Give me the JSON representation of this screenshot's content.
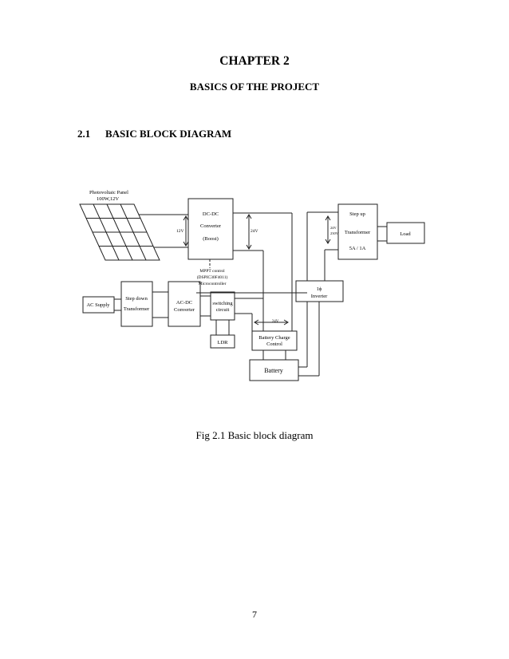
{
  "page": {
    "chapter": "CHAPTER 2",
    "chapter_title": "BASICS OF THE PROJECT",
    "section_number": "2.1",
    "section_title": "BASIC BLOCK DIAGRAM",
    "caption": "Fig 2.1 Basic block diagram",
    "page_number": "7"
  },
  "diagram": {
    "pv_panel_line1": "Photovoltaic Panel",
    "pv_panel_line2": "100W,12V",
    "dcdc_line1": "DC-DC",
    "dcdc_line2": "Converter",
    "dcdc_line3": "(Boost)",
    "label_12v": "12V",
    "label_24v_a": "24V",
    "mppt_line1": "MPPT control",
    "mppt_line2": "(DSPIC30F4011)",
    "mppt_line3": "Microcontroller",
    "ac_supply": "AC Supply",
    "stepdown_line1": "Step down",
    "stepdown_line2": "Transformer",
    "acdc_line1": "AC-DC",
    "acdc_line2": "Converter",
    "switching_line1": "switching",
    "switching_line2": "circuit",
    "ldr": "LDR",
    "label_24v_b": "24V",
    "bcc_line1": "Battery Charge",
    "bcc_line2": "Control",
    "battery": "Battery",
    "inverter_line1": "1ϕ",
    "inverter_line2": "Inverter",
    "stepup_line1": "Step up",
    "stepup_line2": "Transformer",
    "stepup_line3": "5A / 1A",
    "label_24v_c": "24V",
    "label_230v": "230V",
    "load": "Load"
  }
}
